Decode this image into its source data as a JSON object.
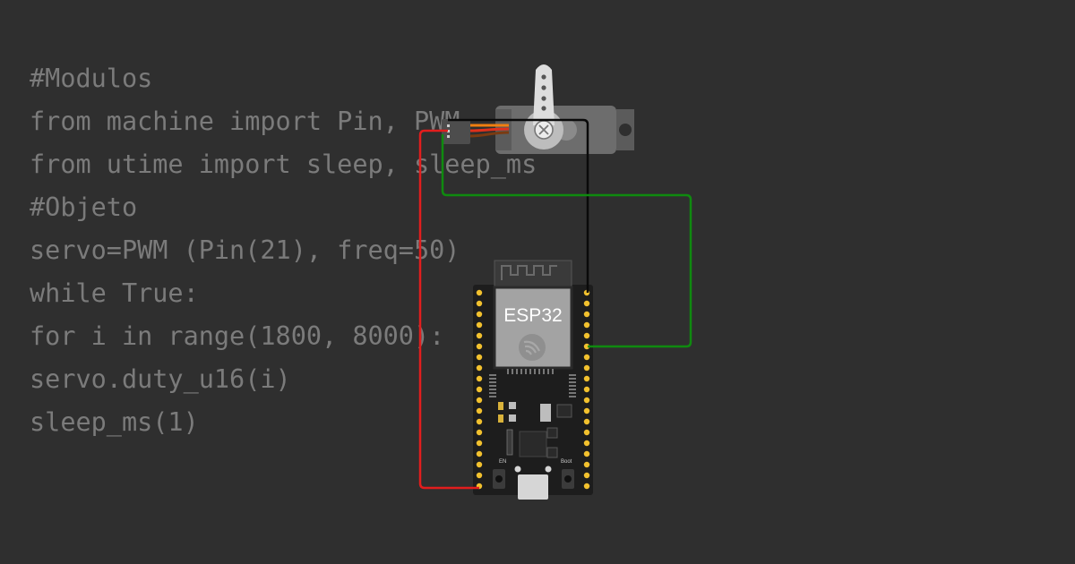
{
  "code_lines": [
    "#Modulos",
    "from machine import Pin, PWM",
    "from utime import sleep, sleep_ms",
    "#Objeto",
    "servo=PWM (Pin(21), freq=50)",
    "while True:",
    "for i in range(1800, 8000):",
    "servo.duty_u16(i)",
    "sleep_ms(1)"
  ],
  "board": {
    "label": "ESP32",
    "boot_label": "Boot",
    "en_label": "EN"
  },
  "colors": {
    "background": "#2f2f2f",
    "code_text": "#7b7b7b",
    "wire_power": "#e21d1d",
    "wire_ground": "#0a0a0a",
    "wire_signal": "#0f8a0f",
    "pin_gold": "#f2c12e",
    "board_body": "#1d1d1d",
    "servo_body": "#6d6d6d"
  }
}
